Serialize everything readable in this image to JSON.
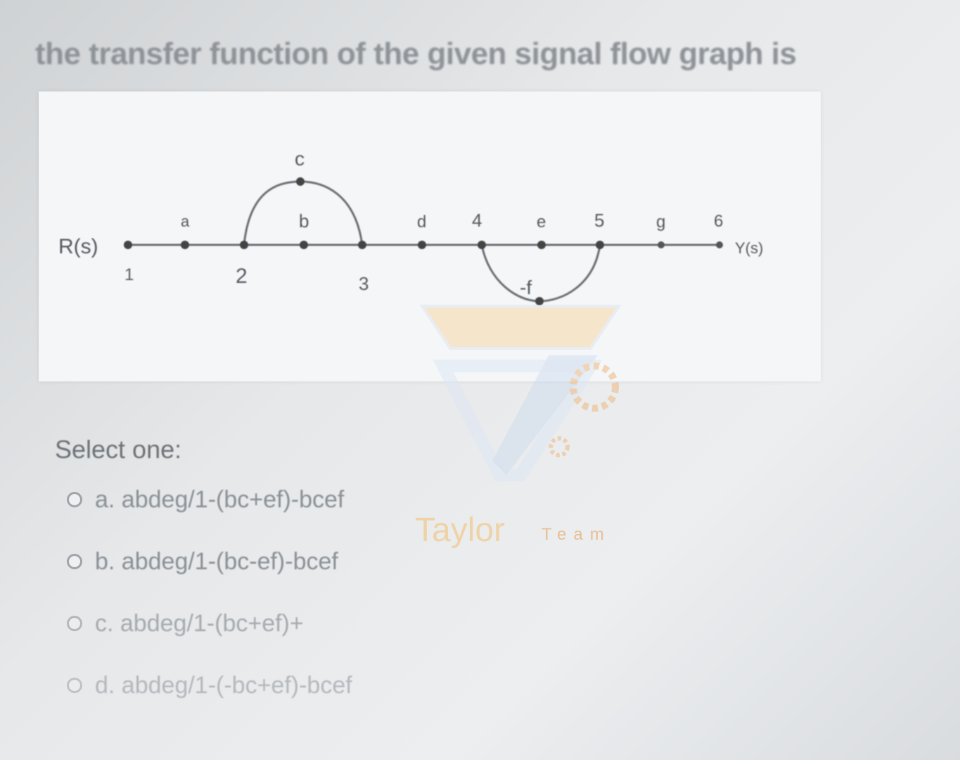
{
  "question": {
    "text": "the transfer function of the given signal flow graph is"
  },
  "diagram": {
    "input_label": "R(s)",
    "output_label": "Y(s)",
    "node_numbers": [
      "1",
      "2",
      "3",
      "4",
      "5",
      "6"
    ],
    "branch_gains": {
      "a": "a",
      "b": "b",
      "c": "c",
      "d": "d",
      "e": "e",
      "f": "-f",
      "g": "g"
    }
  },
  "answer": {
    "prompt": "Select one:",
    "options": [
      {
        "label": "a. abdeg/1-(bc+ef)-bcef"
      },
      {
        "label": "b. abdeg/1-(bc-ef)-bcef"
      },
      {
        "label": "c. abdeg/1-(bc+ef)+"
      },
      {
        "label": "d. abdeg/1-(-bc+ef)-bcef"
      }
    ]
  },
  "watermark": {
    "word": "Taylor",
    "word2": "Team"
  },
  "colors": {
    "accent": "#f2c98a"
  }
}
